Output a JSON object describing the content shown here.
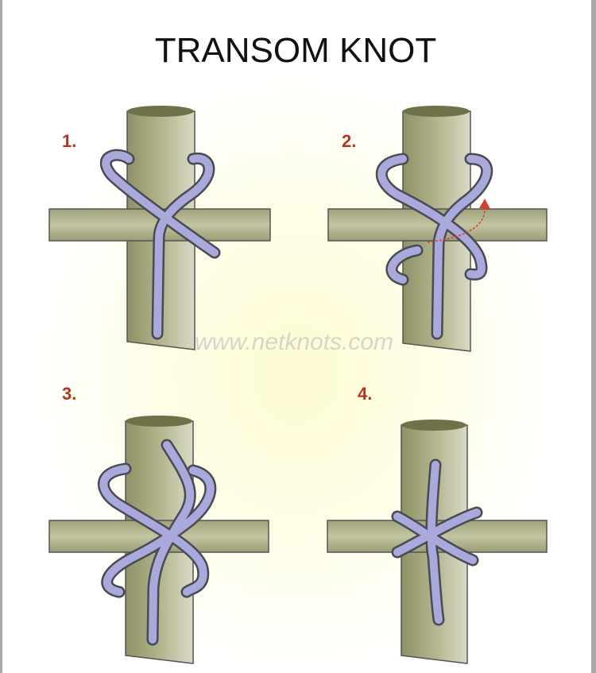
{
  "title": "TRANSOM KNOT",
  "steps": [
    {
      "label": "1."
    },
    {
      "label": "2."
    },
    {
      "label": "3."
    },
    {
      "label": "4."
    }
  ],
  "watermark": "www.netknots.com",
  "colors": {
    "pole": "#a4a67e",
    "rope": "#a9a9dc",
    "step_label": "#b5341f",
    "arrow": "#d93a2a"
  }
}
